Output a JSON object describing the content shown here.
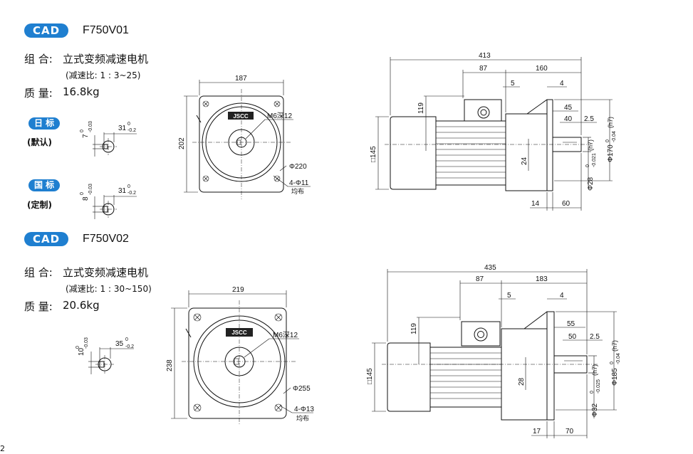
{
  "sections": [
    {
      "cad_label": "CAD",
      "model": "F750V01",
      "composition_label": "组 合:",
      "composition_value": "立式变频减速电机",
      "ratio_note": "(减速比: 1 : 3~25)",
      "mass_label": "质 量:",
      "mass_value": "16.8kg",
      "standards": [
        {
          "badge": "日 标",
          "note": "(默认)",
          "key_h": "7",
          "key_h_tol": "0",
          "key_h_tol2": "-0.03",
          "key_l": "31",
          "key_l_tol": "0",
          "key_l_tol2": "-0.2"
        },
        {
          "badge": "国 标",
          "note": "(定制)",
          "key_h": "8",
          "key_h_tol": "0",
          "key_h_tol2": "-0.03",
          "key_l": "31",
          "key_l_tol": "0",
          "key_l_tol2": "-0.2"
        }
      ],
      "front": {
        "width": "187",
        "height": "202",
        "logo": "JSCC",
        "tap": "M6深12",
        "pcd": "Φ220",
        "holes": "4-Φ11",
        "holes_note": "均布"
      },
      "side": {
        "overall": "413",
        "d87": "87",
        "d160": "160",
        "d5": "5",
        "d4": "4",
        "d119": "119",
        "d145": "□145",
        "d45": "45",
        "d40": "40",
        "d25": "2.5",
        "d24": "24",
        "shaft": "Φ28",
        "shaft_tol": "0",
        "shaft_tol2": "-0.021",
        "shaft_fit": "(h7)",
        "pilot": "Φ170",
        "pilot_tol": "0",
        "pilot_tol2": "-0.04",
        "pilot_fit": "(h7)",
        "d14": "14",
        "d60": "60"
      }
    },
    {
      "cad_label": "CAD",
      "model": "F750V02",
      "composition_label": "组 合:",
      "composition_value": "立式变频减速电机",
      "ratio_note": "(减速比: 1 : 30~150)",
      "mass_label": "质 量:",
      "mass_value": "20.6kg",
      "standards": [
        {
          "key_h": "10",
          "key_h_tol": "0",
          "key_h_tol2": "-0.03",
          "key_l": "35",
          "key_l_tol": "0",
          "key_l_tol2": "-0.2"
        }
      ],
      "front": {
        "width": "219",
        "height": "238",
        "logo": "JSCC",
        "tap": "M6深12",
        "pcd": "Φ255",
        "holes": "4-Φ13",
        "holes_note": "均布"
      },
      "side": {
        "overall": "435",
        "d87": "87",
        "d160": "183",
        "d5": "5",
        "d4": "4",
        "d119": "119",
        "d145": "□145",
        "d45": "55",
        "d40": "50",
        "d25": "2.5",
        "d24": "28",
        "shaft": "Φ32",
        "shaft_tol": "0",
        "shaft_tol2": "-0.025",
        "shaft_fit": "(h7)",
        "pilot": "Φ185",
        "pilot_tol": "0",
        "pilot_tol2": "-0.04",
        "pilot_fit": "(h7)",
        "d14": "17",
        "d60": "70"
      }
    }
  ],
  "page_number": "2",
  "colors": {
    "accent": "#1f7fd0",
    "part_fill": "#c9d9ef"
  }
}
